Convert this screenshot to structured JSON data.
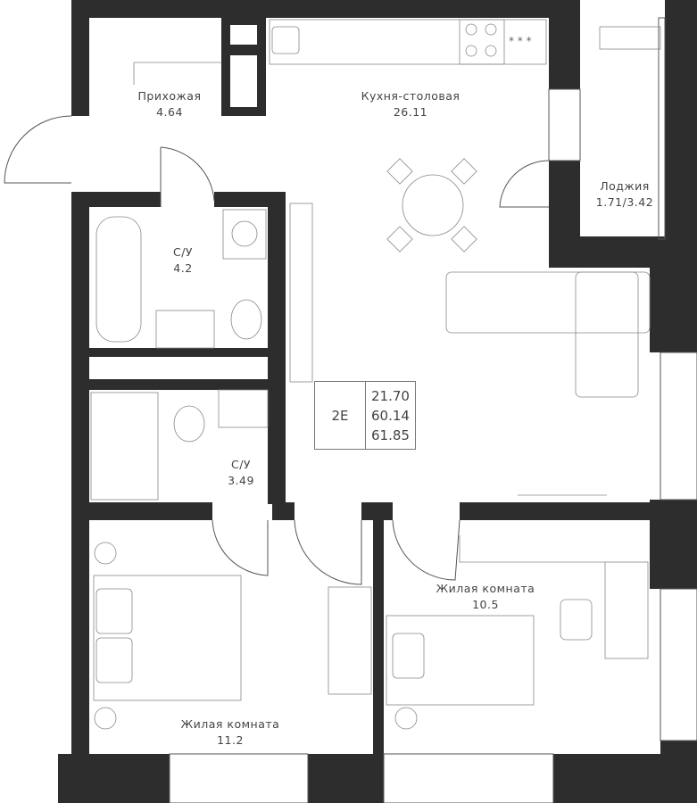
{
  "plan": {
    "rooms": [
      {
        "name": "Прихожая",
        "area": "4.64"
      },
      {
        "name": "Кухня-столовая",
        "area": "26.11"
      },
      {
        "name": "Лоджия",
        "area": "1.71/3.42"
      },
      {
        "name": "С/У",
        "area": "4.2"
      },
      {
        "name": "С/У",
        "area": "3.49"
      },
      {
        "name": "Жилая комната",
        "area": "10.5"
      },
      {
        "name": "Жилая комната",
        "area": "11.2"
      }
    ],
    "info": {
      "code": "2E",
      "living_area": "21.70",
      "total_area": "60.14",
      "total_with_loggia": "61.85"
    }
  },
  "colors": {
    "wall": "#2d2d2d",
    "line": "#555555"
  }
}
